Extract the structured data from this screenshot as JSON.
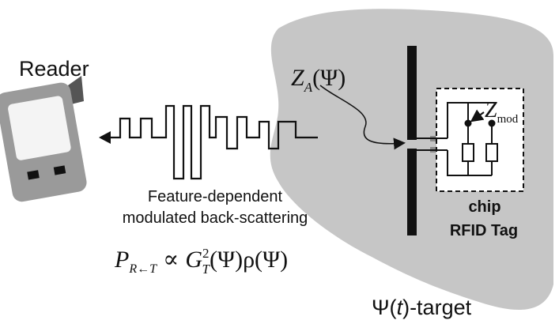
{
  "labels": {
    "reader": "Reader",
    "caption_line1": "Feature-dependent",
    "caption_line2": "modulated back-scattering",
    "chip": "chip",
    "rfid_tag": "RFID Tag",
    "target_psi": "Ψ(",
    "target_t": "t",
    "target_rest": ")-target"
  },
  "equations": {
    "antenna_impedance": {
      "symbol": "Z",
      "sub": "A",
      "arg": "(Ψ)"
    },
    "modulation_impedance": {
      "symbol": "Z",
      "sub": "mod"
    },
    "received_power": {
      "P": "P",
      "P_sub": "R←T",
      "prop": "∝",
      "G": "G",
      "G_sup": "2",
      "G_sub": "T",
      "rest": "(Ψ)ρ(Ψ)"
    }
  },
  "colors": {
    "target_fill": "#c6c6c6",
    "line": "#111111",
    "reader_body": "#9a9a9a",
    "reader_screen": "#f4f4f4",
    "reader_antenna": "#555555"
  },
  "icons": {
    "reader": "handheld-reader-icon",
    "arrow": "left-arrow-icon"
  }
}
